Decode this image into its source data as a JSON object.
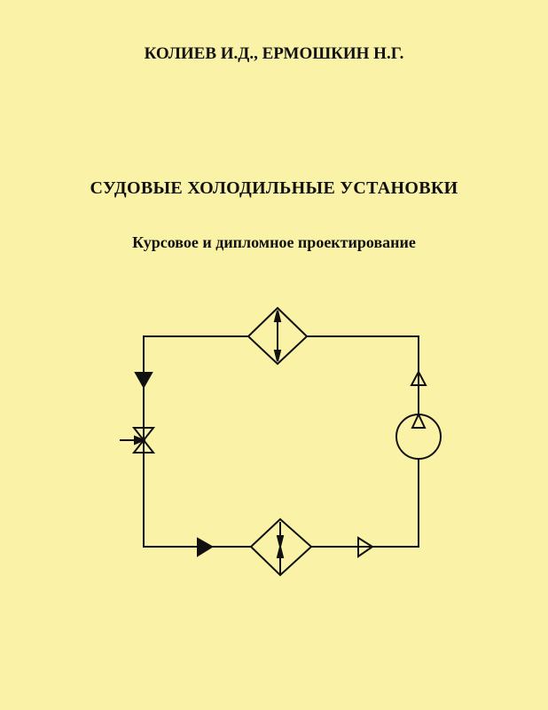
{
  "cover": {
    "authors": "КОЛИЕВ И.Д., ЕРМОШКИН Н.Г.",
    "title": "СУДОВЫЕ ХОЛОДИЛЬНЫЕ УСТАНОВКИ",
    "subtitle": "Курсовое и дипломное проектирование"
  },
  "colors": {
    "background": "#faf2a6",
    "ink": "#111111"
  }
}
